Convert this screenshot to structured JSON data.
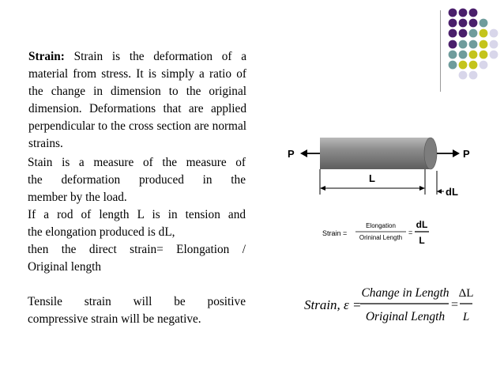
{
  "decor": {
    "dot_colors": [
      "#4a1f6b",
      "#6f9c9c",
      "#c4c41c",
      "#d8d6ea"
    ]
  },
  "definition": {
    "term": "Strain:",
    "body": " Strain is the deformation of a material from stress. It is simply a ratio of the change in dimension to the original dimension. Deformations that are applied perpendicular to the cross section are normal strains."
  },
  "explanation": {
    "lines": [
      "Stain is a measure of the measure of",
      "the deformation produced in the",
      "member by the load.",
      "If a rod of length L is in tension and",
      "the elongation produced is dL,",
      "then the direct strain= Elongation /",
      "Original length"
    ],
    "sign_lines": [
      "Tensile strain will be positive",
      "compressive strain will be negative."
    ]
  },
  "rod_diagram": {
    "left_force": "P",
    "right_force": "P",
    "length_label": "L",
    "elongation_label": "dL"
  },
  "small_formula": {
    "lhs": "Strain =",
    "numerator": "Elongation",
    "denominator": "Orininal Length",
    "equals": "=",
    "frac_num": "dL",
    "frac_den": "L"
  },
  "large_formula": {
    "lhs": "Strain, ε =",
    "numerator": "Change in Length",
    "denominator": "Original Length",
    "equals": "=",
    "frac_num": "ΔL",
    "frac_den": "L"
  }
}
